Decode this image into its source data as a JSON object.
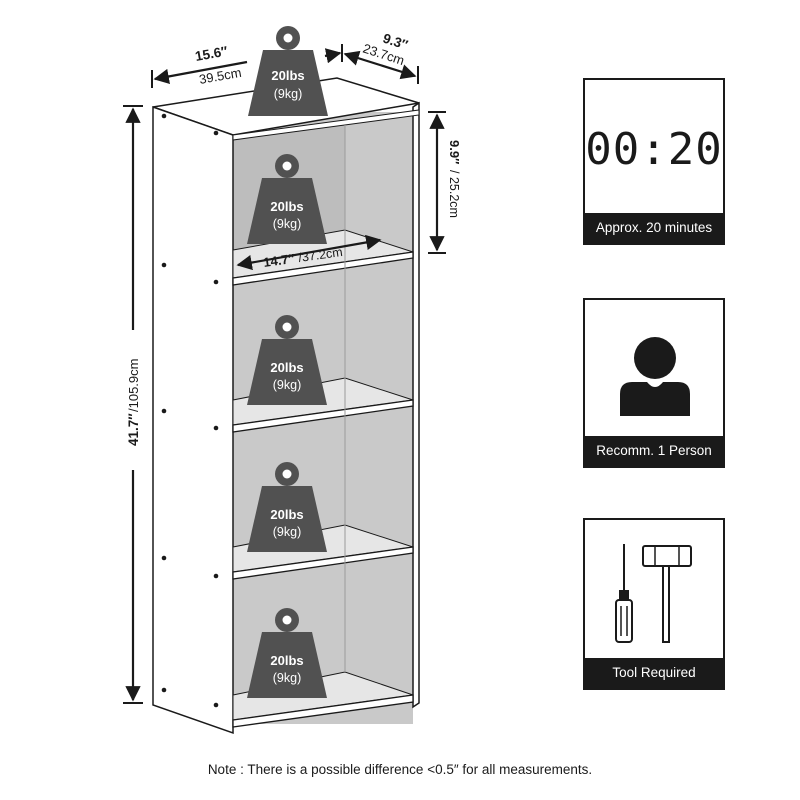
{
  "dimensions": {
    "width_in": "15.6″",
    "width_cm": "39.5cm",
    "depth_in": "9.3″",
    "depth_cm": "23.7cm",
    "shelf_width": "14.7″",
    "shelf_width_cm": "/37.2cm",
    "compartment_height": "9.9″",
    "compartment_height_cm": "/ 25.2cm",
    "total_height": "41.7″",
    "total_height_cm": "/105.9cm"
  },
  "weight_capacity": {
    "lbs": "20lbs",
    "kg": "(9kg)"
  },
  "features": {
    "time": {
      "display": "00:20",
      "label": "Approx. 20 minutes",
      "icon": "digital-clock-icon"
    },
    "people": {
      "label": "Recomm. 1 Person",
      "icon": "person-icon"
    },
    "tools": {
      "label": "Tool Required",
      "icons": [
        "screwdriver-icon",
        "mallet-icon"
      ]
    }
  },
  "note": "Note : There is a possible difference <0.5″ for all measurements.",
  "colors": {
    "weight_badge": "#515151",
    "panel": "#ffffff",
    "back_panel": "#c9c9c9",
    "ink": "#1a1a1a"
  }
}
